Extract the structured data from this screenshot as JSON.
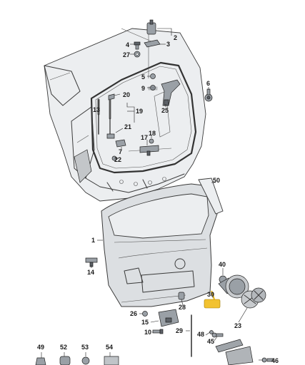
{
  "diagram": {
    "callouts": [
      {
        "id": "c1",
        "label": "1"
      },
      {
        "id": "c2",
        "label": "2"
      },
      {
        "id": "c3",
        "label": "3"
      },
      {
        "id": "c4",
        "label": "4"
      },
      {
        "id": "c5",
        "label": "5"
      },
      {
        "id": "c6",
        "label": "6"
      },
      {
        "id": "c7",
        "label": "7"
      },
      {
        "id": "c9",
        "label": "9"
      },
      {
        "id": "c10",
        "label": "10"
      },
      {
        "id": "c13",
        "label": "13"
      },
      {
        "id": "c14",
        "label": "14"
      },
      {
        "id": "c15",
        "label": "15"
      },
      {
        "id": "c17",
        "label": "17"
      },
      {
        "id": "c18",
        "label": "18"
      },
      {
        "id": "c19",
        "label": "19"
      },
      {
        "id": "c20",
        "label": "20"
      },
      {
        "id": "c21",
        "label": "21"
      },
      {
        "id": "c22",
        "label": "22"
      },
      {
        "id": "c23",
        "label": "23"
      },
      {
        "id": "c25",
        "label": "25"
      },
      {
        "id": "c26",
        "label": "26"
      },
      {
        "id": "c27",
        "label": "27"
      },
      {
        "id": "c28",
        "label": "28"
      },
      {
        "id": "c29",
        "label": "29"
      },
      {
        "id": "c30",
        "label": "30"
      },
      {
        "id": "c40",
        "label": "40"
      },
      {
        "id": "c45",
        "label": "45"
      },
      {
        "id": "c46",
        "label": "46"
      },
      {
        "id": "c48",
        "label": "48"
      },
      {
        "id": "c49",
        "label": "49"
      },
      {
        "id": "c50",
        "label": "50"
      },
      {
        "id": "c52",
        "label": "52"
      },
      {
        "id": "c53",
        "label": "53"
      },
      {
        "id": "c54",
        "label": "54"
      }
    ],
    "highlight_color": "#f2c230",
    "line_color": "#3a3a3a",
    "panel_color": "#dcdfe2"
  }
}
